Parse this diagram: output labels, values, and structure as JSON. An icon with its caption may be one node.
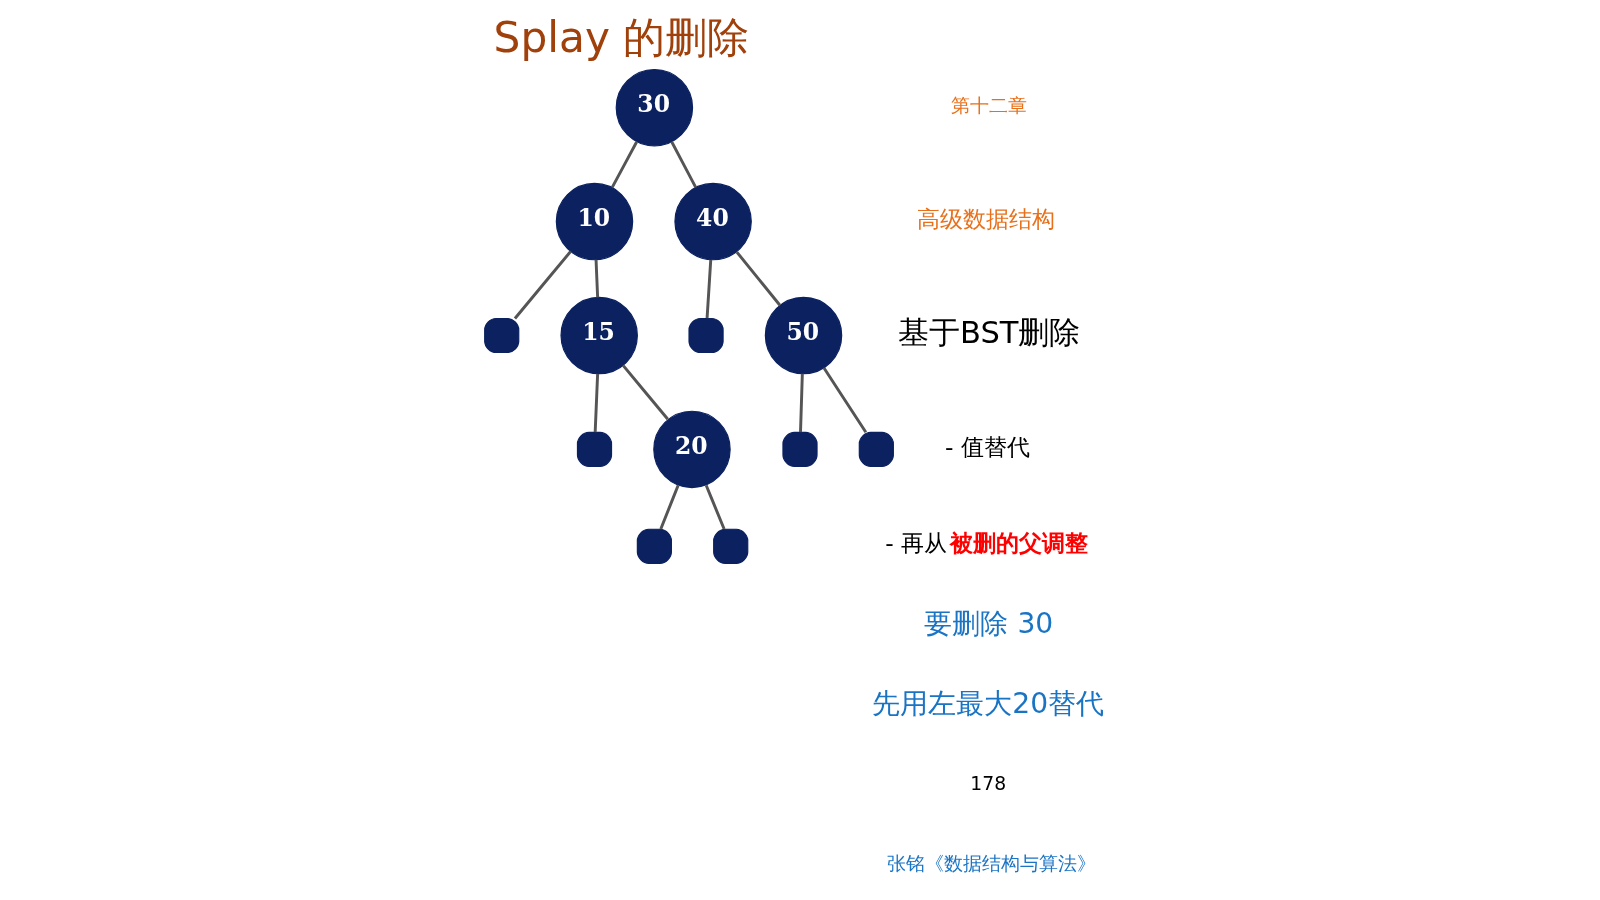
{
  "diagram": {
    "title": "Splay 的删除",
    "nodes": [
      {
        "text": [
          "30"
        ]
      },
      {
        "text": [
          "10"
        ]
      },
      {
        "text": [
          "40"
        ]
      },
      {
        "text": [],
        "shape": "box"
      },
      {
        "text": [
          "15"
        ]
      },
      {
        "text": [],
        "shape": "box"
      },
      {
        "text": [
          "50"
        ]
      },
      {
        "text": [],
        "shape": "box"
      },
      {
        "text": [
          "20"
        ]
      },
      {
        "text": [],
        "shape": "box"
      },
      {
        "text": [],
        "shape": "box"
      },
      {
        "text": [],
        "shape": "box"
      },
      {
        "text": [],
        "shape": "box"
      }
    ],
    "edges": [
      {
        "from": 0,
        "to": 1,
        "arrow": "none"
      },
      {
        "from": 0,
        "to": 2,
        "arrow": "none"
      },
      {
        "from": 1,
        "to": 3,
        "arrow": "none"
      },
      {
        "from": 1,
        "to": 4,
        "arrow": "none"
      },
      {
        "from": 2,
        "to": 5,
        "arrow": "none"
      },
      {
        "from": 2,
        "to": 6,
        "arrow": "none"
      },
      {
        "from": 4,
        "to": 7,
        "arrow": "none"
      },
      {
        "from": 4,
        "to": 8,
        "arrow": "none"
      },
      {
        "from": 6,
        "to": 9,
        "arrow": "none"
      },
      {
        "from": 6,
        "to": 10,
        "arrow": "none"
      },
      {
        "from": 8,
        "to": 11,
        "arrow": "none"
      },
      {
        "from": 8,
        "to": 12,
        "arrow": "none"
      }
    ],
    "labels": [
      "第十二章",
      "高级数据结构",
      "基于BST删除",
      "- 值替代",
      "- 再从**被删的父调整**",
      "要删除 30",
      "先用左最大20替代",
      "178",
      "张铭《数据结构与算法》"
    ]
  }
}
